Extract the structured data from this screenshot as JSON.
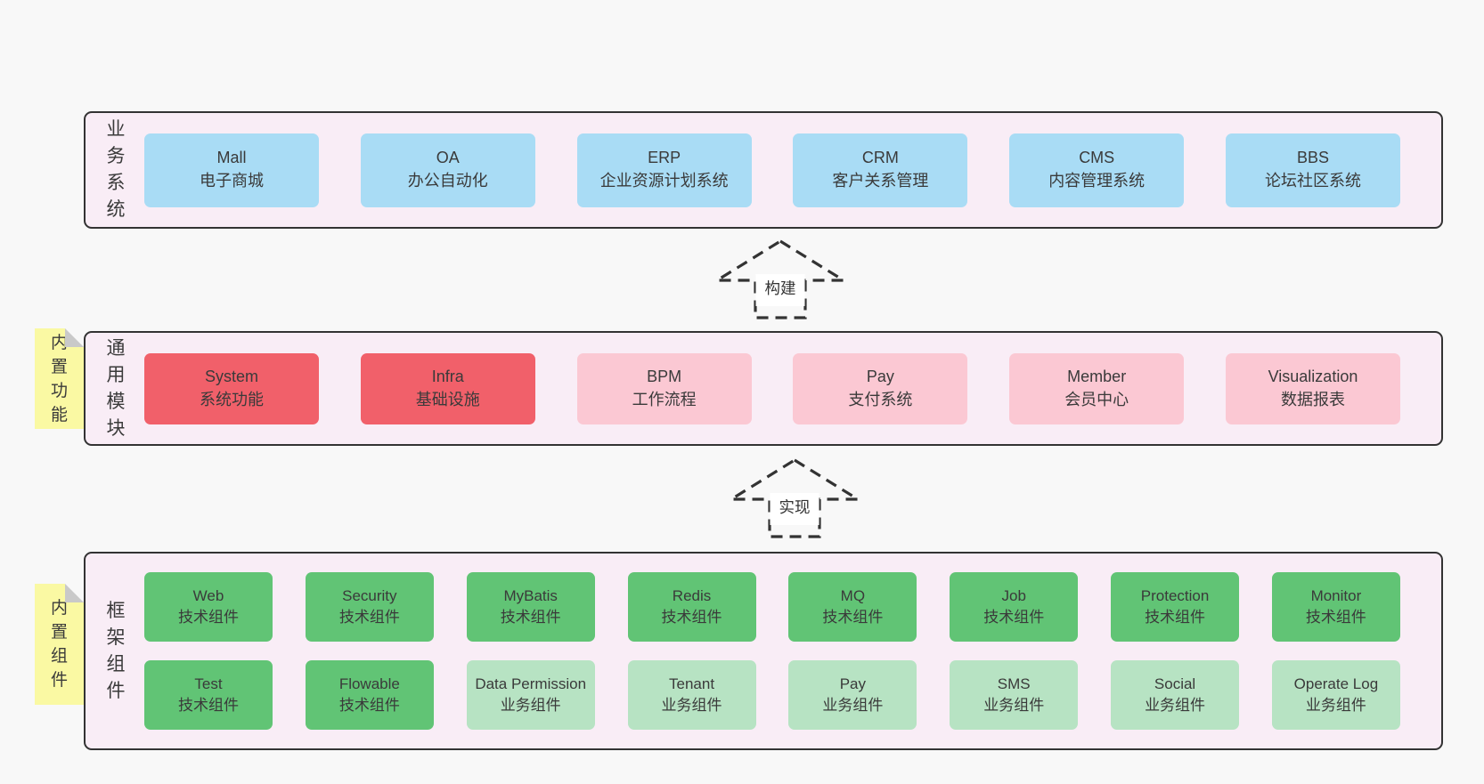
{
  "diagram": {
    "arrows": [
      {
        "label": "构建"
      },
      {
        "label": "实现"
      }
    ],
    "layers": [
      {
        "label": "业务系统",
        "tag": "",
        "rows": [
          [
            {
              "name": "Mall",
              "desc": "电子商城",
              "variant": "blue"
            },
            {
              "name": "OA",
              "desc": "办公自动化",
              "variant": "blue"
            },
            {
              "name": "ERP",
              "desc": "企业资源计划系统",
              "variant": "blue"
            },
            {
              "name": "CRM",
              "desc": "客户关系管理",
              "variant": "blue"
            },
            {
              "name": "CMS",
              "desc": "内容管理系统",
              "variant": "blue"
            },
            {
              "name": "BBS",
              "desc": "论坛社区系统",
              "variant": "blue"
            }
          ]
        ]
      },
      {
        "label": "通用模块",
        "tag": "内置功能",
        "rows": [
          [
            {
              "name": "System",
              "desc": "系统功能",
              "variant": "red"
            },
            {
              "name": "Infra",
              "desc": "基础设施",
              "variant": "red"
            },
            {
              "name": "BPM",
              "desc": "工作流程",
              "variant": "pink"
            },
            {
              "name": "Pay",
              "desc": "支付系统",
              "variant": "pink"
            },
            {
              "name": "Member",
              "desc": "会员中心",
              "variant": "pink"
            },
            {
              "name": "Visualization",
              "desc": "数据报表",
              "variant": "pink"
            }
          ]
        ]
      },
      {
        "label": "框架组件",
        "tag": "内置组件",
        "rows": [
          [
            {
              "name": "Web",
              "desc": "技术组件",
              "variant": "green"
            },
            {
              "name": "Security",
              "desc": "技术组件",
              "variant": "green"
            },
            {
              "name": "MyBatis",
              "desc": "技术组件",
              "variant": "green"
            },
            {
              "name": "Redis",
              "desc": "技术组件",
              "variant": "green"
            },
            {
              "name": "MQ",
              "desc": "技术组件",
              "variant": "green"
            },
            {
              "name": "Job",
              "desc": "技术组件",
              "variant": "green"
            },
            {
              "name": "Protection",
              "desc": "技术组件",
              "variant": "green"
            },
            {
              "name": "Monitor",
              "desc": "技术组件",
              "variant": "green"
            }
          ],
          [
            {
              "name": "Test",
              "desc": "技术组件",
              "variant": "green"
            },
            {
              "name": "Flowable",
              "desc": "技术组件",
              "variant": "green"
            },
            {
              "name": "Data Permission",
              "desc": "业务组件",
              "variant": "lightgreen"
            },
            {
              "name": "Tenant",
              "desc": "业务组件",
              "variant": "lightgreen"
            },
            {
              "name": "Pay",
              "desc": "业务组件",
              "variant": "lightgreen"
            },
            {
              "name": "SMS",
              "desc": "业务组件",
              "variant": "lightgreen"
            },
            {
              "name": "Social",
              "desc": "业务组件",
              "variant": "lightgreen"
            },
            {
              "name": "Operate Log",
              "desc": "业务组件",
              "variant": "lightgreen"
            }
          ]
        ]
      }
    ],
    "colors": {
      "page_bg": "#f8f8f8",
      "layer_bg": "#f9edf6",
      "layer_border": "#333333",
      "blue": "#a9dcf5",
      "red": "#f1606a",
      "pink": "#fbc8d3",
      "green": "#61c475",
      "lightgreen": "#b7e3c3",
      "tag_bg": "#faf9a3",
      "tag_fold": "#c9c9c9",
      "text": "#3a3a3a",
      "arrow": "#333333",
      "arrow_label_bg": "#ffffff"
    }
  }
}
